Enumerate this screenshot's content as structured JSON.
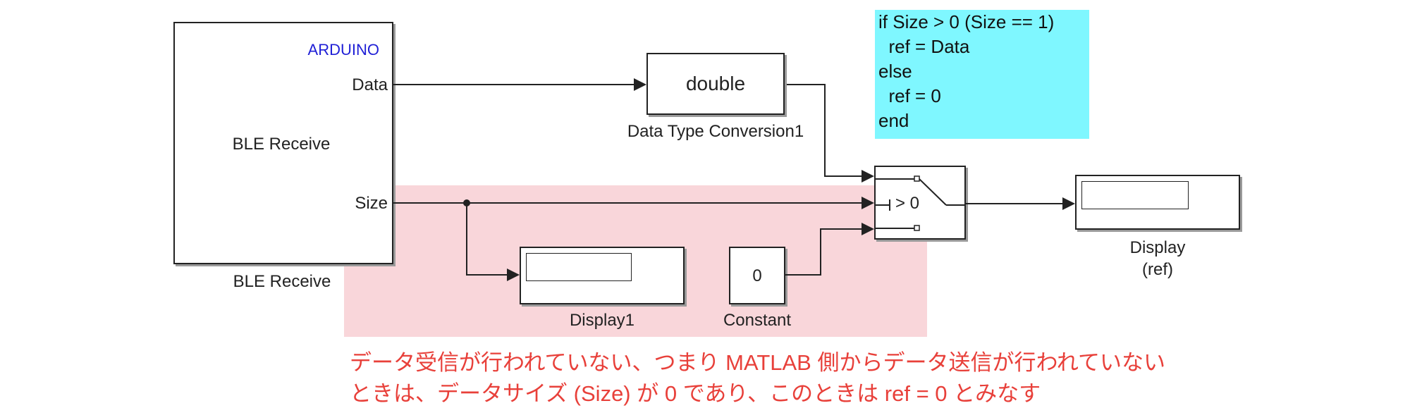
{
  "colors": {
    "highlight": "#f9d6da",
    "code_bg": "#7ff7ff",
    "note_text": "#e8403a",
    "arduino_text": "#1f1fd6",
    "line": "#222222"
  },
  "ble_block": {
    "vendor": "ARDUINO",
    "title": "BLE Receive",
    "port_data": "Data",
    "port_size": "Size",
    "caption": "BLE Receive"
  },
  "convert_block": {
    "text": "double",
    "caption": "Data Type Conversion1"
  },
  "switch_block": {
    "threshold": "> 0"
  },
  "display_ref": {
    "caption_line1": "Display",
    "caption_line2": "(ref)"
  },
  "display1": {
    "caption": "Display1"
  },
  "constant_block": {
    "value": "0",
    "caption": "Constant"
  },
  "code_annotation": {
    "lines": [
      "if Size > 0 (Size == 1)",
      "  ref = Data",
      "else",
      "  ref = 0",
      "end"
    ]
  },
  "note": {
    "line1": "データ受信が行われていない、つまり MATLAB 側からデータ送信が行われていない",
    "line2": "ときは、データサイズ (Size) が 0 であり、このときは ref = 0 とみなす"
  }
}
